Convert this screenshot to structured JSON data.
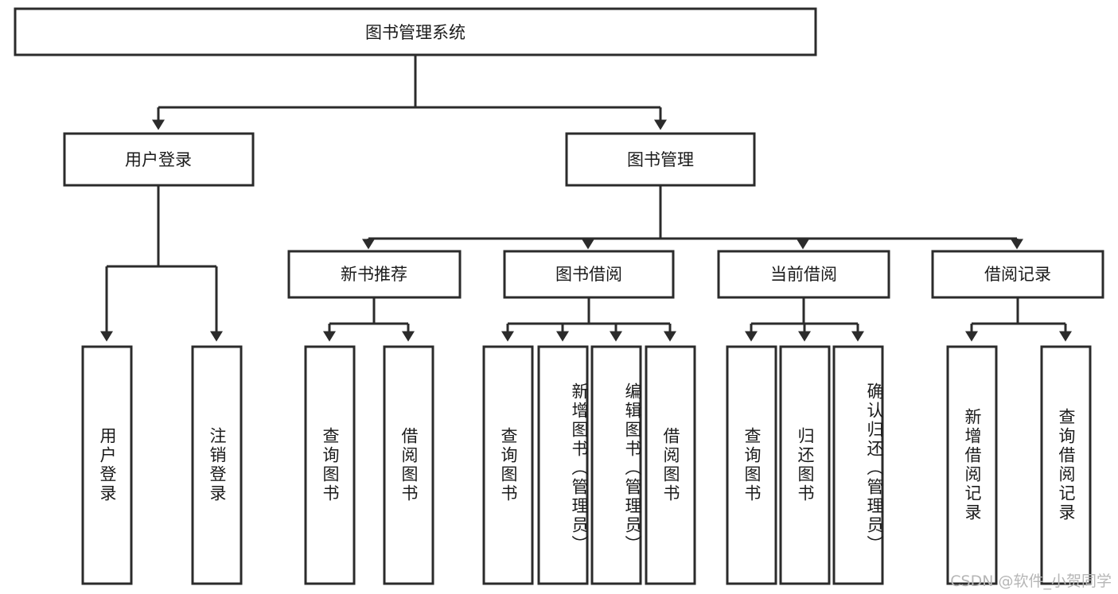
{
  "diagram": {
    "title": "图书管理系统",
    "type": "tree",
    "watermark": "CSDN @软件_小贺同学",
    "root": {
      "label": "图书管理系统"
    },
    "level2": [
      {
        "label": "用户登录"
      },
      {
        "label": "图书管理"
      }
    ],
    "level3": [
      {
        "label": "新书推荐"
      },
      {
        "label": "图书借阅"
      },
      {
        "label": "当前借阅"
      },
      {
        "label": "借阅记录"
      }
    ],
    "leaves": {
      "user_login": [
        {
          "label": "用户登录"
        },
        {
          "label": "注销登录"
        }
      ],
      "new_book_recommend": [
        {
          "label": "查询图书"
        },
        {
          "label": "借阅图书"
        }
      ],
      "book_borrow": [
        {
          "label": "查询图书"
        },
        {
          "label": "新增图书（管理员）"
        },
        {
          "label": "编辑图书（管理员）"
        },
        {
          "label": "借阅图书"
        }
      ],
      "current_borrow": [
        {
          "label": "查询图书"
        },
        {
          "label": "归还图书"
        },
        {
          "label": "确认归还（管理员）"
        }
      ],
      "borrow_record": [
        {
          "label": "新增借阅记录"
        },
        {
          "label": "查询借阅记录"
        }
      ]
    },
    "colors": {
      "stroke": "#2b2b2b",
      "fill": "#ffffff",
      "text": "#1b1b1b",
      "watermark": "#b6b6b6"
    }
  }
}
